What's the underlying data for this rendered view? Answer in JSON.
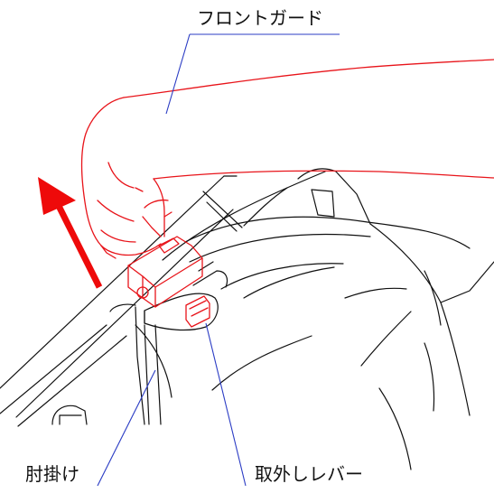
{
  "labels": {
    "front_guard": "フロントガード",
    "armrest": "肘掛け",
    "release_lever": "取外しレバー"
  },
  "colors": {
    "outline": "#111111",
    "highlight": "#e8141a",
    "leader": "#2b3cc4",
    "arrow": "#ee0a0a"
  },
  "icons": {
    "direction": "arrow-up-left-icon"
  }
}
